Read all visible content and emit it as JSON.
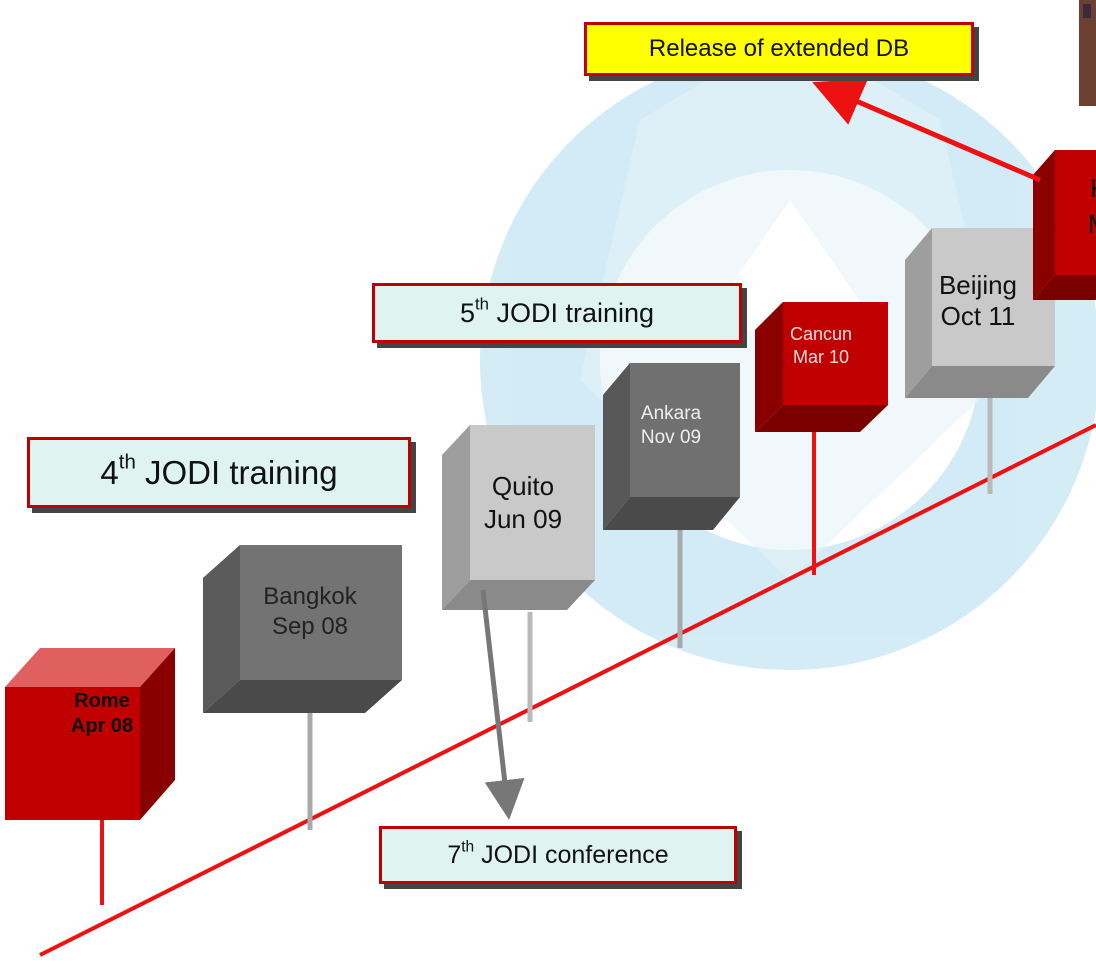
{
  "callouts": {
    "release": "Release of extended DB",
    "training5": {
      "ordinal": "5",
      "suffix": "th",
      "text": " JODI training"
    },
    "training4": {
      "ordinal": "4",
      "suffix": "th",
      "text": " JODI training"
    },
    "conference7": {
      "ordinal": "7",
      "suffix": "th",
      "text": " JODI conference"
    }
  },
  "milestones": [
    {
      "id": "rome",
      "place": "Rome",
      "date": "Apr 08"
    },
    {
      "id": "bangkok",
      "place": "Bangkok",
      "date": "Sep 08"
    },
    {
      "id": "quito",
      "place": "Quito",
      "date": "Jun 09"
    },
    {
      "id": "ankara",
      "place": "Ankara",
      "date": "Nov 09"
    },
    {
      "id": "cancun",
      "place": "Cancun",
      "date": "Mar 10"
    },
    {
      "id": "beijing",
      "place": "Beijing",
      "date": "Oct 11"
    },
    {
      "id": "k",
      "place": "K",
      "date": "M"
    }
  ],
  "colors": {
    "timeline": "#ee1111",
    "cube_red": "#c00000",
    "cube_dark_grey": "#6f6f6f",
    "cube_light_grey": "#c8c8c8",
    "callout_border": "#c00000",
    "callout_yellow": "#ffff00",
    "callout_mint": "#dff4f1",
    "watermark": "#7ec8e8"
  }
}
